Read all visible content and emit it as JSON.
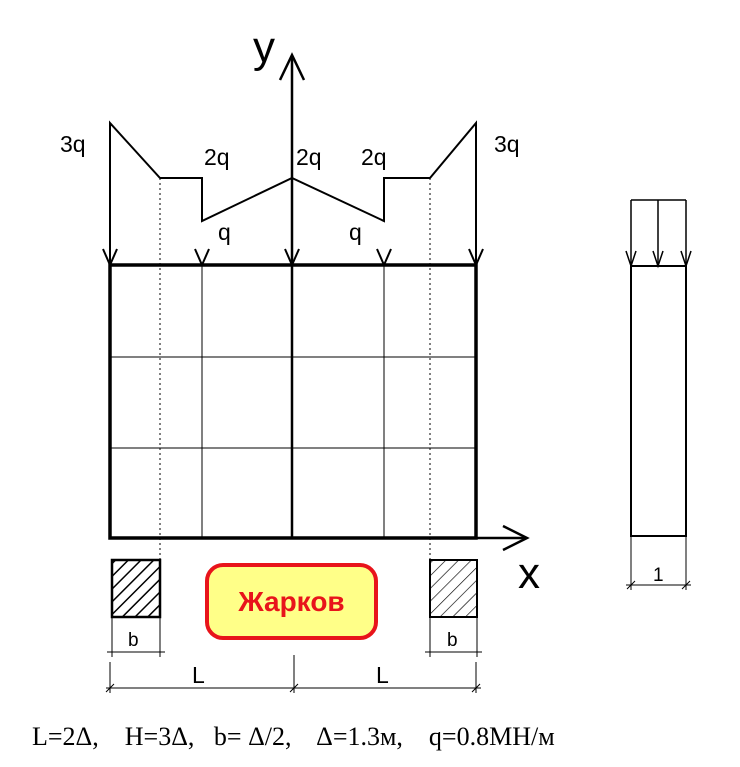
{
  "axes": {
    "y_label": "y",
    "x_label": "x"
  },
  "loads": {
    "left_max": "3q",
    "left_step": "2q",
    "center_peak": "2q",
    "right_step": "2q",
    "right_max": "3q",
    "left_min": "q",
    "right_min": "q"
  },
  "dimensions": {
    "support_left_width": "b",
    "support_right_width": "b",
    "left_span": "L",
    "right_span": "L",
    "side_thickness": "1"
  },
  "stamp": {
    "text": "Жарков"
  },
  "formula": {
    "text": "L=2Δ,    H=3Δ,   b= Δ/2,    Δ=1.3м,    q=0.8МН/м"
  }
}
